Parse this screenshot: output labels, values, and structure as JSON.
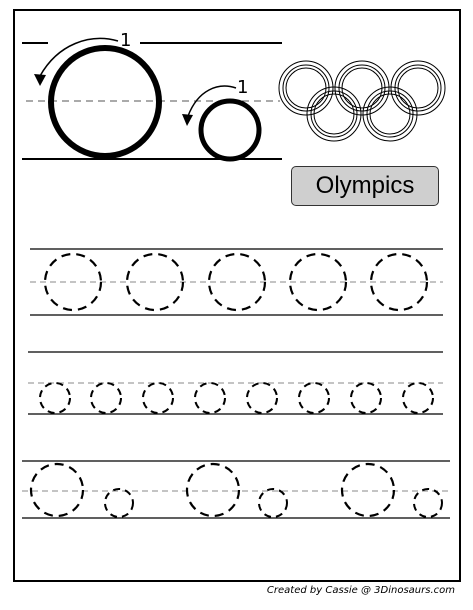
{
  "worksheet": {
    "letter_upper": "O",
    "letter_lower": "o",
    "stroke_number_upper": "1",
    "stroke_number_lower": "1",
    "theme_word": "Olympics",
    "footer_credit": "Created by Cassie @ 3Dinosaurs.com"
  },
  "icons": {
    "rings": "olympic-rings-icon",
    "arrow": "stroke-direction-arrow-icon"
  },
  "colors": {
    "ink": "#000000",
    "label_fill": "#cfcfcf",
    "guide_dash": "#888888"
  },
  "practice_rows": [
    {
      "pattern": "uppercase",
      "count": 5
    },
    {
      "pattern": "lowercase",
      "count": 8
    },
    {
      "pattern": "alternating",
      "count": 6
    }
  ]
}
